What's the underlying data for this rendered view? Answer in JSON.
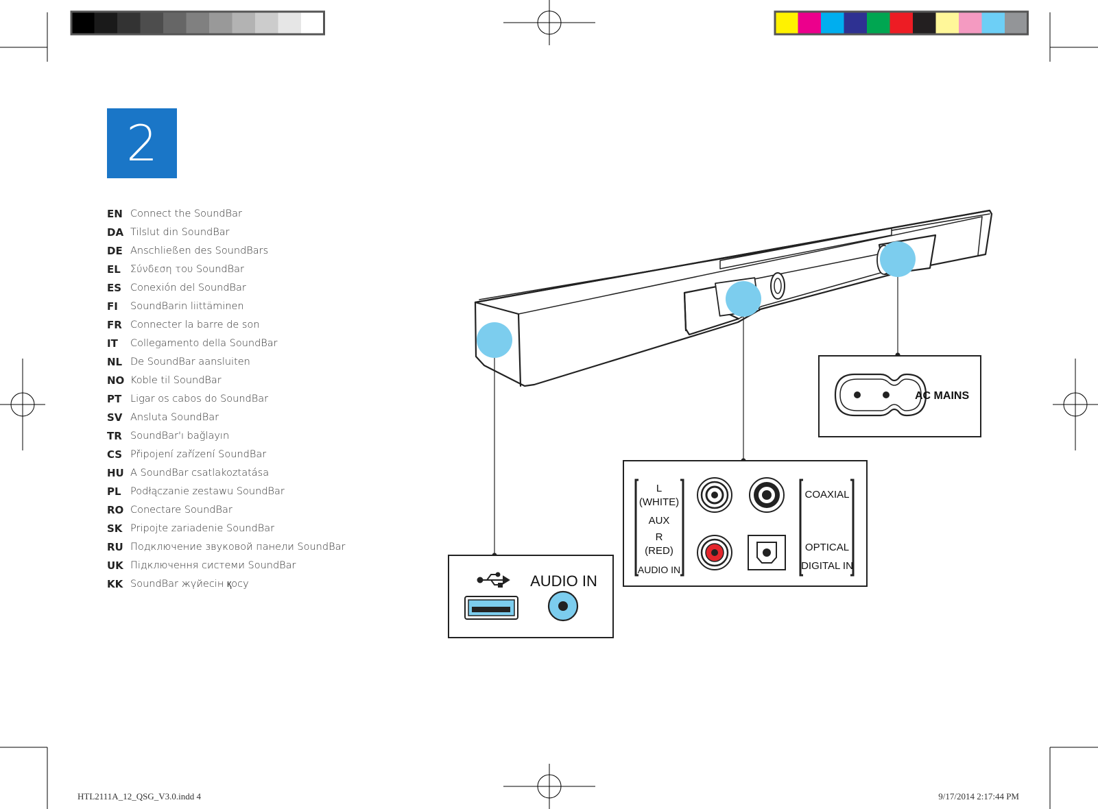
{
  "step": {
    "number": "2"
  },
  "languages": [
    {
      "code": "EN",
      "text": "Connect the SoundBar"
    },
    {
      "code": "DA",
      "text": "Tilslut din SoundBar"
    },
    {
      "code": "DE",
      "text": "Anschließen des SoundBars"
    },
    {
      "code": "EL",
      "text": "Σύνδεση του SoundBar"
    },
    {
      "code": "ES",
      "text": "Conexión del SoundBar"
    },
    {
      "code": "FI",
      "text": "SoundBarin liittäminen"
    },
    {
      "code": "FR",
      "text": "Connecter la barre de son"
    },
    {
      "code": "IT",
      "text": "Collegamento della SoundBar"
    },
    {
      "code": "NL",
      "text": "De SoundBar aansluiten"
    },
    {
      "code": "NO",
      "text": "Koble til SoundBar"
    },
    {
      "code": "PT",
      "text": "Ligar os cabos do SoundBar"
    },
    {
      "code": "SV",
      "text": "Ansluta SoundBar"
    },
    {
      "code": "TR",
      "text": "SoundBar'ı bağlayın"
    },
    {
      "code": "CS",
      "text": "Připojení zařízení SoundBar"
    },
    {
      "code": "HU",
      "text": "A SoundBar csatlakoztatása"
    },
    {
      "code": "PL",
      "text": "Podłączanie zestawu SoundBar"
    },
    {
      "code": "RO",
      "text": "Conectare SoundBar"
    },
    {
      "code": "SK",
      "text": "Pripojte zariadenie SoundBar"
    },
    {
      "code": "RU",
      "text": "Подключение звуковой панели SoundBar"
    },
    {
      "code": "UK",
      "text": "Підключення системи SoundBar"
    },
    {
      "code": "KK",
      "text": "SoundBar жүйесін қосу"
    }
  ],
  "panels": {
    "ac_mains": "AC MAINS",
    "audio_in": "AUDIO IN",
    "aux": {
      "l": "L",
      "white": "(WHITE)",
      "aux": "AUX",
      "r": "R",
      "red": "(RED)",
      "audio_in": "AUDIO IN"
    },
    "digital": {
      "coaxial": "COAXIAL",
      "optical": "OPTICAL",
      "digital_in": "DIGITAL IN"
    }
  },
  "footer": {
    "file": "HTL2111A_12_QSG_V3.0.indd   4",
    "timestamp": "9/17/2014   2:17:44 PM"
  },
  "colors": {
    "step_box": "#1a76c7",
    "callout_dot": "#7ccdee",
    "grayscale_bar": [
      "#000000",
      "#1a1a1a",
      "#333333",
      "#4d4d4d",
      "#666666",
      "#808080",
      "#999999",
      "#b3b3b3",
      "#cccccc",
      "#e6e6e6",
      "#ffffff"
    ],
    "color_bar": [
      "#fff200",
      "#ec008c",
      "#00aeef",
      "#2e3192",
      "#00a651",
      "#ed1c24",
      "#231f20",
      "#fff799",
      "#f49ac1",
      "#6dcff6",
      "#939598"
    ]
  }
}
